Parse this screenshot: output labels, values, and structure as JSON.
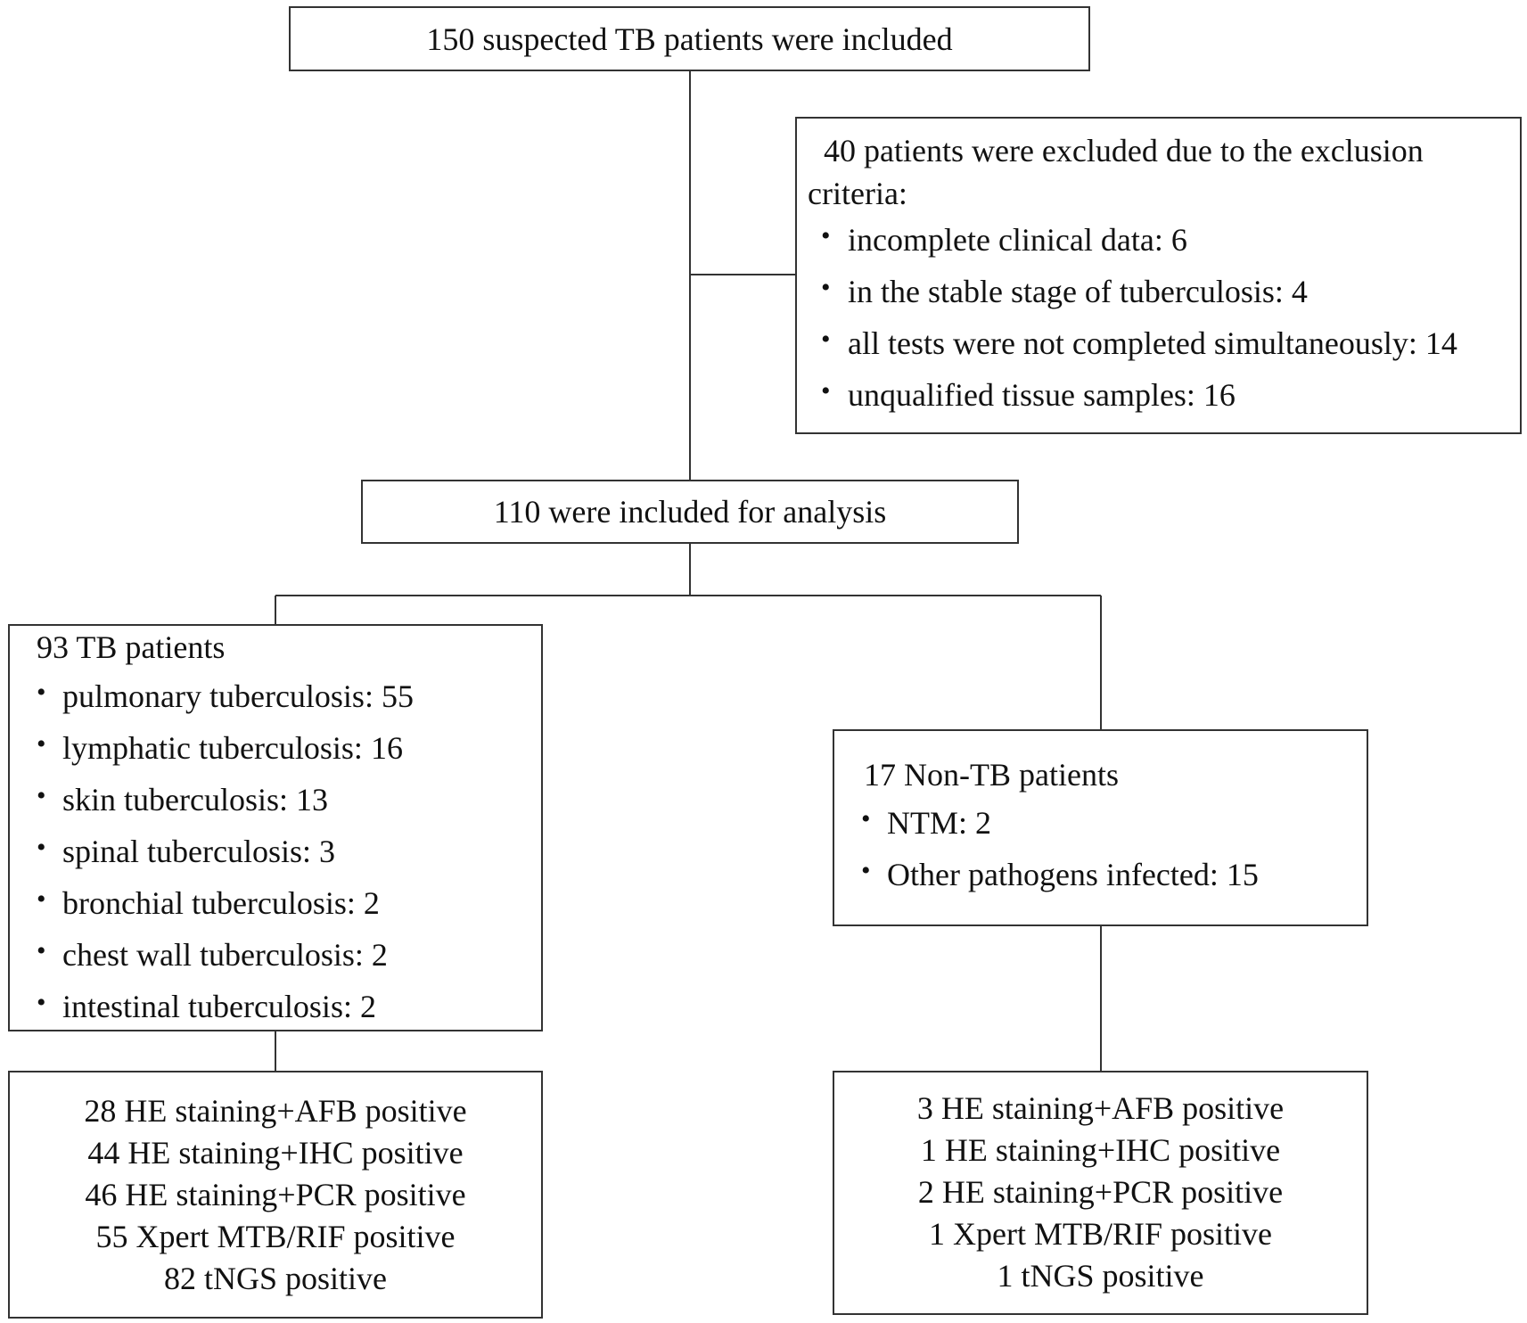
{
  "top": {
    "text": "150 suspected TB patients were included"
  },
  "excluded": {
    "heading_line1": "40 patients were excluded due to the exclusion",
    "heading_line2": "criteria:",
    "items": [
      "incomplete clinical data: 6",
      "in the stable stage of tuberculosis: 4",
      "all tests were not completed simultaneously: 14",
      "unqualified tissue samples: 16"
    ]
  },
  "analysis": {
    "text": "110 were included for analysis"
  },
  "tb": {
    "heading": "93 TB patients",
    "items": [
      "pulmonary tuberculosis: 55",
      "lymphatic tuberculosis: 16",
      "skin tuberculosis: 13",
      "spinal tuberculosis: 3",
      "bronchial tuberculosis: 2",
      "chest wall tuberculosis: 2",
      "intestinal tuberculosis: 2"
    ],
    "results": [
      "28 HE staining+AFB positive",
      "44 HE staining+IHC positive",
      "46 HE staining+PCR positive",
      "55 Xpert MTB/RIF positive",
      "82 tNGS positive"
    ]
  },
  "nontb": {
    "heading": "17 Non-TB patients",
    "items": [
      "NTM: 2",
      "Other pathogens infected: 15"
    ],
    "results": [
      "3 HE staining+AFB positive",
      "1 HE staining+IHC positive",
      "2 HE staining+PCR positive",
      "1 Xpert MTB/RIF positive",
      "1 tNGS positive"
    ]
  },
  "bullet_glyph": "•"
}
